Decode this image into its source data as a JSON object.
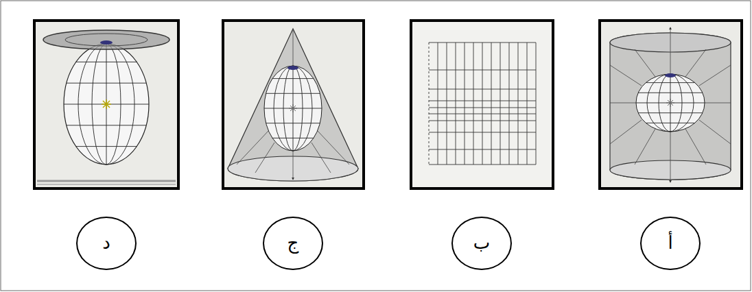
{
  "diagram": {
    "nodes": [
      {
        "text": [
          "أ"
        ]
      },
      {
        "text": [
          "ب"
        ]
      },
      {
        "text": [
          "ج"
        ]
      },
      {
        "text": [
          "د"
        ]
      }
    ]
  }
}
